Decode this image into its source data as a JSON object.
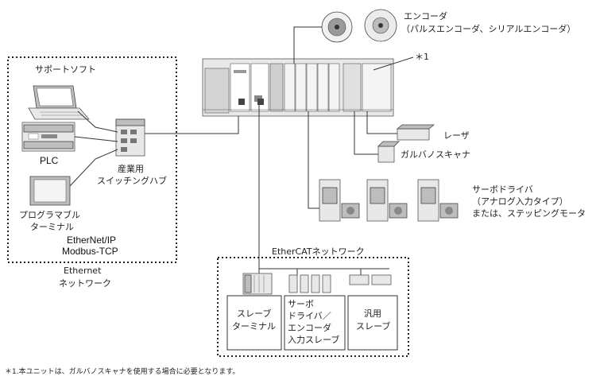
{
  "ethernet_area": {
    "support_software": "サポートソフト",
    "plc": "PLC",
    "switching_hub_line1": "産業用",
    "switching_hub_line2": "スイッチングハブ",
    "pt_line1": "プログラマブル",
    "pt_line2": "ターミナル",
    "protocol_line1": "EtherNet/IP",
    "protocol_line2": "Modbus-TCP",
    "network_line1": "Ethernet",
    "network_line2": "ネットワーク"
  },
  "encoder": {
    "line1": "エンコーダ",
    "line2": "（パルスエンコーダ、シリアルエンコーダ）"
  },
  "note_marker": "＊1",
  "laser": "レーザ",
  "galvano": "ガルバノスキャナ",
  "servo": {
    "line1": "サーボドライバ",
    "line2": "（アナログ入力タイプ）",
    "line3": "または、ステッピングモータ"
  },
  "ethercat": {
    "title": "EtherCATネットワーク",
    "slave_terminal_line1": "スレーブ",
    "slave_terminal_line2": "ターミナル",
    "servo_enc_line1": "サーボ",
    "servo_enc_line2": "ドライバ／",
    "servo_enc_line3": "エンコーダ",
    "servo_enc_line4": "入力スレーブ",
    "general_line1": "汎用",
    "general_line2": "スレーブ"
  },
  "footnote": "＊1.本ユニットは、ガルバノスキャナを使用する場合に必要となります。"
}
